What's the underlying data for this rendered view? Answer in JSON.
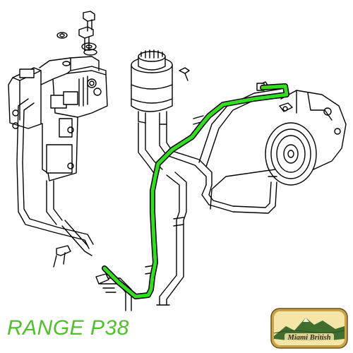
{
  "caption": "RANGE P38",
  "logo": {
    "text": "Miami British",
    "colors": {
      "sky": "#f5e6a8",
      "mountain": "#3f6e2e",
      "frame": "#c9a24a"
    }
  },
  "colors": {
    "highlight_hose": "#33dd22",
    "line": "#000000",
    "caption": "#4fc12a"
  },
  "icons": [
    "steering-box",
    "fluid-reservoir",
    "power-steering-pump",
    "hose-clamp",
    "bolt",
    "washer"
  ]
}
